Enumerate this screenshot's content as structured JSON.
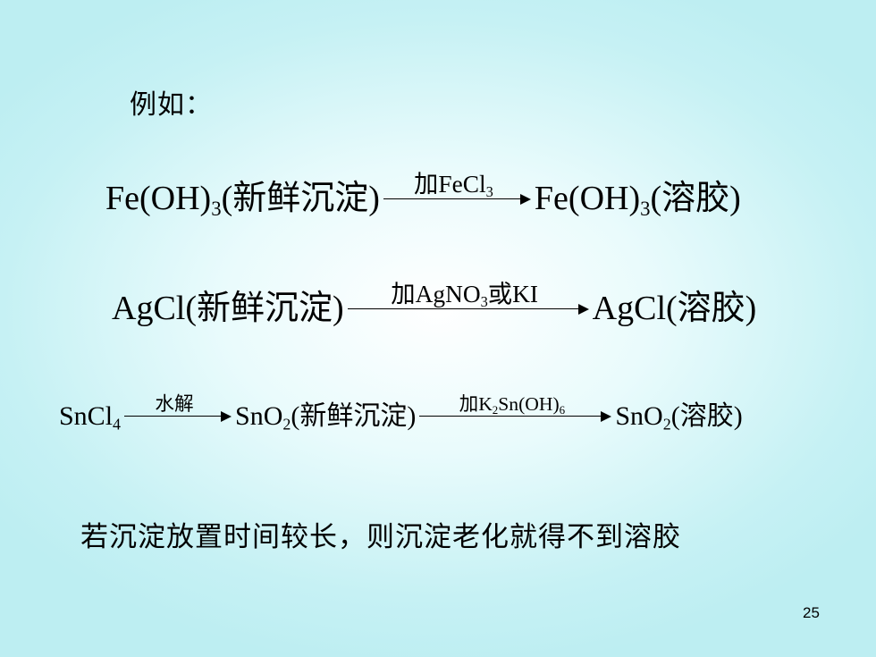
{
  "intro": "例如：",
  "equations": [
    {
      "left": [
        "Fe(OH)",
        "3",
        "(新鲜沉淀)"
      ],
      "condition": [
        "加FeCl",
        "3"
      ],
      "right": [
        "Fe(OH)",
        "3",
        "(溶胶)"
      ]
    },
    {
      "left": [
        "AgCl(新鲜沉淀)"
      ],
      "condition": [
        "加AgNO",
        "3",
        "或KI"
      ],
      "right": [
        "AgCl(溶胶)"
      ]
    },
    {
      "left": [
        "SnCl",
        "4"
      ],
      "condition1": [
        "水解"
      ],
      "middle": [
        "SnO",
        "2",
        "(新鲜沉淀)"
      ],
      "condition2": [
        "加K",
        "2",
        "Sn(OH)",
        "6"
      ],
      "right": [
        "SnO",
        "2",
        "(溶胶)"
      ]
    }
  ],
  "conclusion": "若沉淀放置时间较长，则沉淀老化就得不到溶胶",
  "page_number": "25"
}
